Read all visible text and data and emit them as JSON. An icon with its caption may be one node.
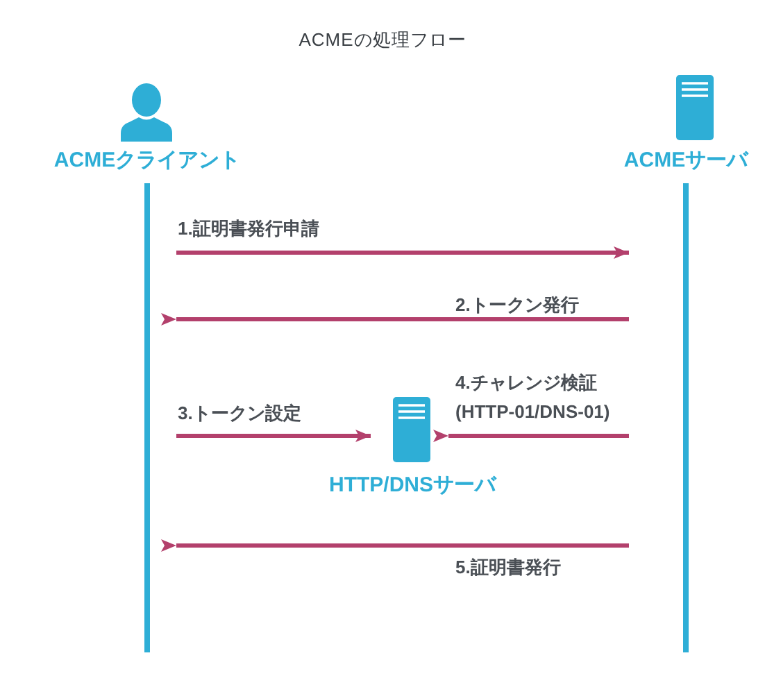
{
  "diagram": {
    "title": "ACMEの処理フロー",
    "nodes": [
      {
        "text": [
          "ACMEクライアント"
        ]
      },
      {
        "text": [
          "ACMEサーバ"
        ]
      },
      {
        "text": [
          "HTTP/DNSサーバ"
        ]
      }
    ],
    "edges": [
      {
        "from": 0,
        "to": 1,
        "arrow": "to",
        "label": "1.証明書発行申請"
      },
      {
        "from": 1,
        "to": 0,
        "arrow": "to",
        "label": "2.トークン発行"
      },
      {
        "from": 0,
        "to": 2,
        "arrow": "to",
        "label": "3.トークン設定"
      },
      {
        "from": 1,
        "to": 2,
        "arrow": "to",
        "label": "4.チャレンジ検証 (HTTP-01/DNS-01)"
      },
      {
        "from": 1,
        "to": 0,
        "arrow": "to",
        "label": "5.証明書発行"
      }
    ]
  }
}
